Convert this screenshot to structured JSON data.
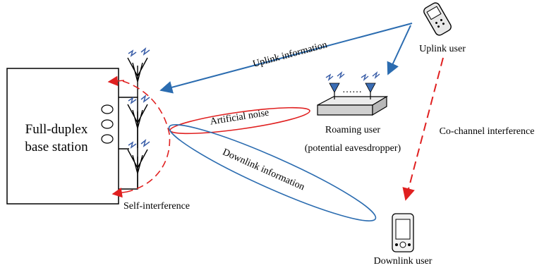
{
  "base_station": {
    "label_line1": "Full-duplex",
    "label_line2": "base station"
  },
  "labels": {
    "uplink_information": "Uplink information",
    "uplink_user": "Uplink user",
    "artificial_noise": "Artificial noise",
    "downlink_information": "Downlink information",
    "roaming_user_line1": "Roaming user",
    "roaming_user_line2": "(potential eavesdropper)",
    "co_channel_interference": "Co-channel interference",
    "self_interference": "Self-interference",
    "downlink_user": "Downlink user",
    "antenna_dots": "……"
  },
  "colors": {
    "uplink": "#2b6cb0",
    "downlink": "#2b6cb0",
    "artificial_noise": "#e02020",
    "interference": "#e02020",
    "antenna_tip": "#3a5ea8",
    "line": "#000000"
  },
  "icons": [
    "phone-icon",
    "pda-icon",
    "antenna-icon",
    "signal-zigzag-icon"
  ]
}
